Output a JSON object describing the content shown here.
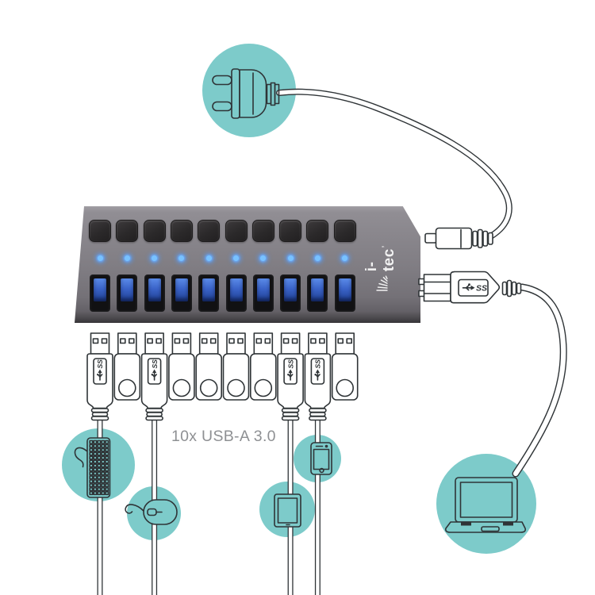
{
  "illustration": {
    "caption": "10x USB-A 3.0",
    "usb_ss_label": "SS",
    "hub": {
      "brand": "i-tec",
      "button_count": 10,
      "led_count": 10,
      "port_count": 10
    },
    "connectors": [
      {
        "slot": 1,
        "type": "usb-cable",
        "connected_device": "keyboard"
      },
      {
        "slot": 2,
        "type": "usb-flash-drive",
        "connected_device": ""
      },
      {
        "slot": 3,
        "type": "usb-cable",
        "connected_device": "mouse"
      },
      {
        "slot": 4,
        "type": "usb-flash-drive",
        "connected_device": ""
      },
      {
        "slot": 5,
        "type": "usb-flash-drive",
        "connected_device": ""
      },
      {
        "slot": 6,
        "type": "usb-flash-drive",
        "connected_device": ""
      },
      {
        "slot": 7,
        "type": "usb-flash-drive",
        "connected_device": ""
      },
      {
        "slot": 8,
        "type": "usb-cable",
        "connected_device": "tablet"
      },
      {
        "slot": 9,
        "type": "usb-cable",
        "connected_device": "smartphone"
      },
      {
        "slot": 10,
        "type": "usb-flash-drive",
        "connected_device": ""
      }
    ],
    "bubbles": [
      {
        "icon": "power-plug-icon"
      },
      {
        "icon": "keyboard-icon"
      },
      {
        "icon": "mouse-icon"
      },
      {
        "icon": "tablet-icon"
      },
      {
        "icon": "smartphone-icon"
      },
      {
        "icon": "laptop-icon"
      }
    ],
    "rear_connectors": [
      {
        "name": "dc-power-plug"
      },
      {
        "name": "usb-b-3-0-plug"
      }
    ]
  },
  "palette": {
    "teal": "#7dcbca",
    "line": "#2f3437",
    "caption_gray": "#8e9093",
    "led_blue": "#79c2ff",
    "port_blue_top": "#5a8ae8",
    "port_blue_bottom": "#1e3f92",
    "hub_gray": "#807d83",
    "button_dark": "#2b292a",
    "logo_white": "#f2f2f2"
  }
}
